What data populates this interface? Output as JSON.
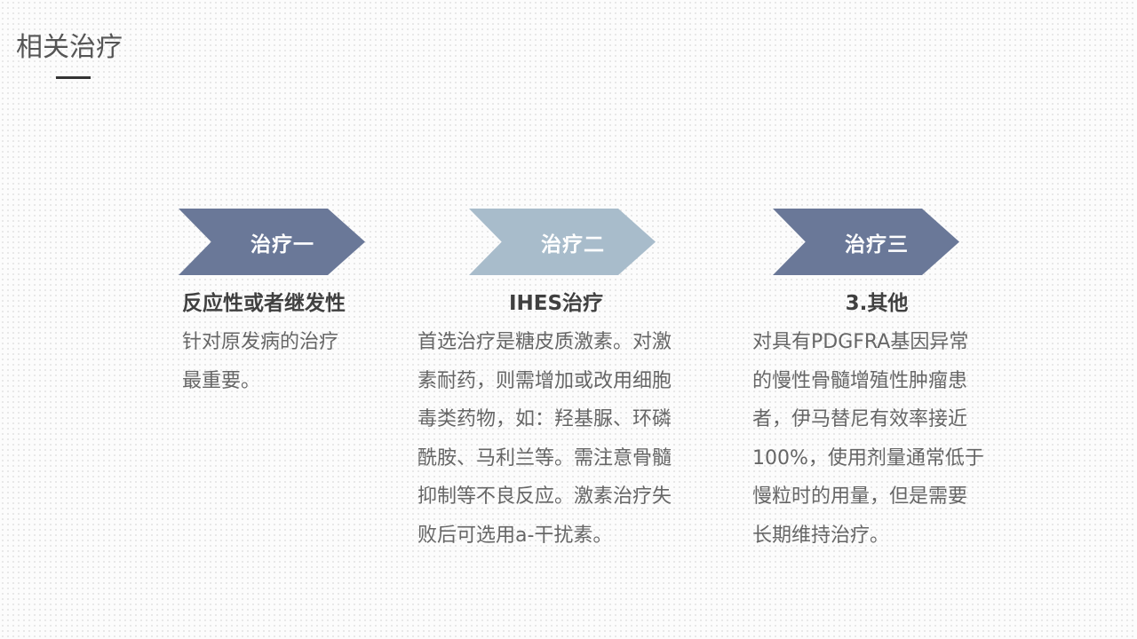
{
  "slide": {
    "title": "相关治疗"
  },
  "colors": {
    "dark_chevron": "#6a7898",
    "light_chevron": "#a8bccb",
    "title_text": "#555555",
    "heading_text": "#404040",
    "body_text": "#666666",
    "underline": "#333333"
  },
  "treatments": [
    {
      "badge": "治疗一",
      "heading": "反应性或者继发性",
      "body": "针对原发病的治疗\n最重要。"
    },
    {
      "badge": "治疗二",
      "heading": "IHES治疗",
      "body": "首选治疗是糖皮质激素。对激\n素耐药，则需增加或改用细胞\n毒类药物，如：羟基脲、环磷\n酰胺、马利兰等。需注意骨髓\n抑制等不良反应。激素治疗失\n败后可选用a-干扰素。"
    },
    {
      "badge": "治疗三",
      "heading": "3.其他",
      "body": "对具有PDGFRA基因异常\n的慢性骨髓增殖性肿瘤患\n者，伊马替尼有效率接近\n100%，使用剂量通常低于\n慢粒时的用量，但是需要\n长期维持治疗。"
    }
  ]
}
